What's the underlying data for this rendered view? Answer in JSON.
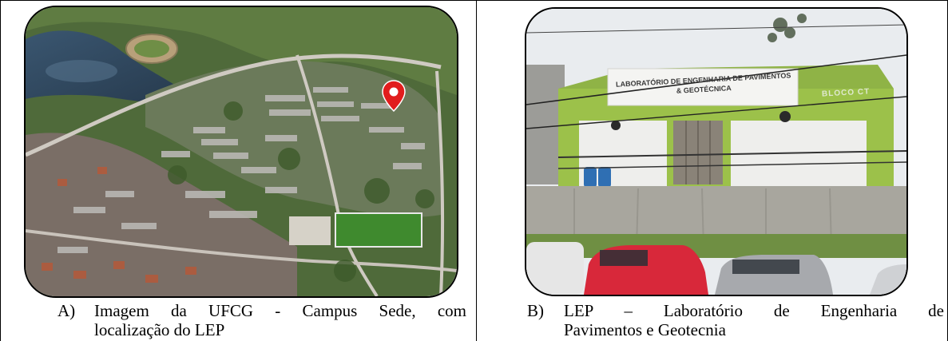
{
  "figure": {
    "panel_a": {
      "letter": "A)",
      "caption_line1": "Imagem da UFCG - Campus Sede, com",
      "caption_line2": "localização do LEP",
      "marker_icon": "map-pin-icon",
      "marker_color": "#e11d1d"
    },
    "panel_b": {
      "letter": "B)",
      "caption_line1": "LEP – Laboratório de Engenharia de",
      "caption_line2": "Pavimentos e Geotecnia",
      "sign_text_line1": "LABORATÓRIO DE ENGENHARIA DE PAVIMENTOS",
      "sign_text_line2": "& GEOTÉCNICA",
      "block_text": "BLOCO CT",
      "building_color": "#9cc14a"
    }
  }
}
